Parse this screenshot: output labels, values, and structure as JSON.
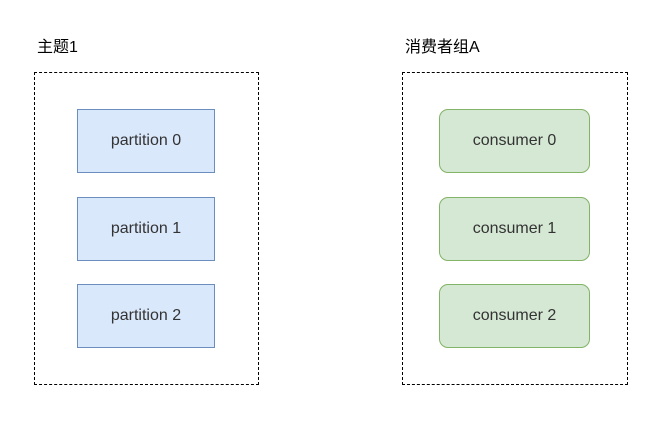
{
  "topic": {
    "title": "主题1",
    "partitions": [
      "partition 0",
      "partition 1",
      "partition 2"
    ]
  },
  "consumer_group": {
    "title": "消费者组A",
    "consumers": [
      "consumer 0",
      "consumer 1",
      "consumer 2"
    ]
  },
  "colors": {
    "partition_fill": "#dae8fc",
    "partition_stroke": "#6c8ebf",
    "consumer_fill": "#d5e8d4",
    "consumer_stroke": "#82b366",
    "text": "#333333",
    "frame": "#000000"
  }
}
